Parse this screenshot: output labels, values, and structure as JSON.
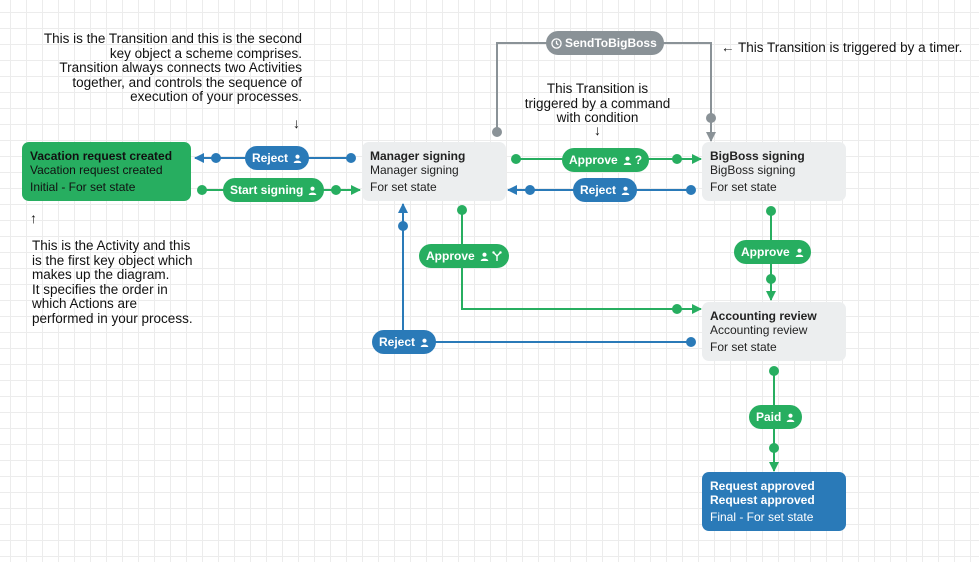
{
  "activities": {
    "vacation": {
      "title": "Vacation request created",
      "subtitle": "Vacation request created",
      "state": "Initial - For set state"
    },
    "manager": {
      "title": "Manager signing",
      "subtitle": "Manager signing",
      "state": "For set state"
    },
    "bigboss": {
      "title": "BigBoss signing",
      "subtitle": "BigBoss signing",
      "state": "For set state"
    },
    "accounting": {
      "title": "Accounting review",
      "subtitle": "Accounting review",
      "state": "For set state"
    },
    "approved": {
      "title": "Request approved",
      "subtitle": "Request approved",
      "state": "Final - For set state"
    }
  },
  "transitions": {
    "reject_top": "Reject",
    "start_signing": "Start signing",
    "approve_top": "Approve",
    "reject_mid": "Reject",
    "send_to_bigboss": "SendToBigBoss",
    "approve_left": "Approve",
    "approve_right": "Approve",
    "reject_bottom": "Reject",
    "paid": "Paid"
  },
  "notes": {
    "transition": "This is the Transition and this is the second\nkey object a scheme comprises.\nTransition always connects two Activities\ntogether, and controls the sequence of\nexecution of your processes.",
    "activity": "This is the Activity and this\nis the first key object which\nmakes up the diagram.\nIt specifies the order in\nwhich Actions are\nperformed in your process.",
    "command": "This Transition is\ntriggered by a command\nwith condition",
    "timer": "← This Transition is triggered by a timer.",
    "arrow_down": "↓",
    "arrow_up": "↑"
  },
  "colors": {
    "green": "#27ae60",
    "blue": "#2a7ab8",
    "grey": "#8a9297",
    "node_bg": "#eceeef"
  },
  "icons": {
    "user": "user-icon",
    "question": "question-icon",
    "fork": "fork-icon",
    "clock": "clock-icon"
  }
}
